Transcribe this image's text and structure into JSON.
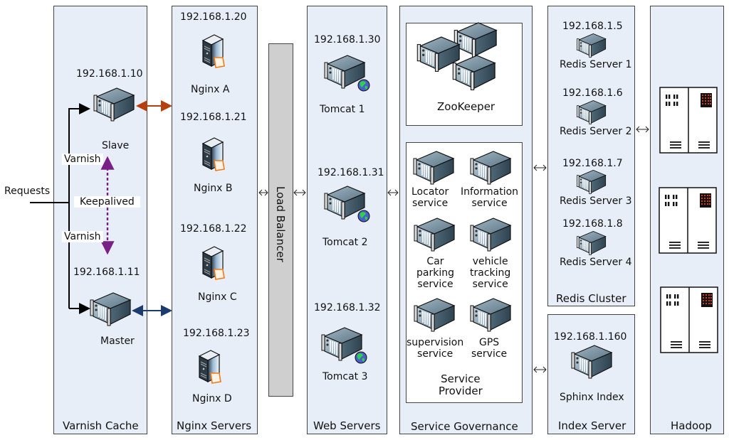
{
  "input": {
    "requests_label": "Requests"
  },
  "varnish": {
    "title": "Varnish Cache",
    "slave": {
      "ip": "192.168.1.10",
      "name": "Slave"
    },
    "master": {
      "ip": "192.168.1.11",
      "name": "Master"
    },
    "tag_top": "Varnish",
    "tag_bottom": "Varnish",
    "keepalived": "Keepalived"
  },
  "nginx": {
    "title": "Nginx Servers",
    "servers": [
      {
        "ip": "192.168.1.20",
        "name": "Nginx A"
      },
      {
        "ip": "192.168.1.21",
        "name": "Nginx B"
      },
      {
        "ip": "192.168.1.22",
        "name": "Nginx C"
      },
      {
        "ip": "192.168.1.23",
        "name": "Nginx D"
      }
    ]
  },
  "load_balancer": {
    "label": "Load Balancer"
  },
  "web": {
    "title": "Web Servers",
    "servers": [
      {
        "ip": "192.168.1.30",
        "name": "Tomcat 1"
      },
      {
        "ip": "192.168.1.31",
        "name": "Tomcat 2"
      },
      {
        "ip": "192.168.1.32",
        "name": "Tomcat 3"
      }
    ]
  },
  "governance": {
    "title": "Service Governance",
    "zookeeper": "ZooKeeper",
    "provider_title_line1": "Service",
    "provider_title_line2": "Provider",
    "services": [
      {
        "line1": "Locator",
        "line2": "service",
        "line3": ""
      },
      {
        "line1": "Information",
        "line2": "service",
        "line3": ""
      },
      {
        "line1": "Car",
        "line2": "parking",
        "line3": "service"
      },
      {
        "line1": "vehicle",
        "line2": "tracking",
        "line3": "service"
      },
      {
        "line1": "supervision",
        "line2": "service",
        "line3": ""
      },
      {
        "line1": "GPS",
        "line2": "service",
        "line3": ""
      }
    ]
  },
  "redis": {
    "title": "Redis Cluster",
    "servers": [
      {
        "ip": "192.168.1.5",
        "name": "Redis Server 1"
      },
      {
        "ip": "192.168.1.6",
        "name": "Redis Server 2"
      },
      {
        "ip": "192.168.1.7",
        "name": "Redis Server 3"
      },
      {
        "ip": "192.168.1.8",
        "name": "Redis Server 4"
      }
    ]
  },
  "index": {
    "title": "Index Server",
    "ip": "192.168.1.160",
    "name": "Sphinx Index"
  },
  "hadoop": {
    "title": "Hadoop"
  },
  "colors": {
    "panel_bg": "#e8eef8",
    "slave_link": "#b5400f",
    "master_link": "#1a3d6e",
    "keepalived": "#7a1f86",
    "lb_fill": "#cfcfcf"
  }
}
